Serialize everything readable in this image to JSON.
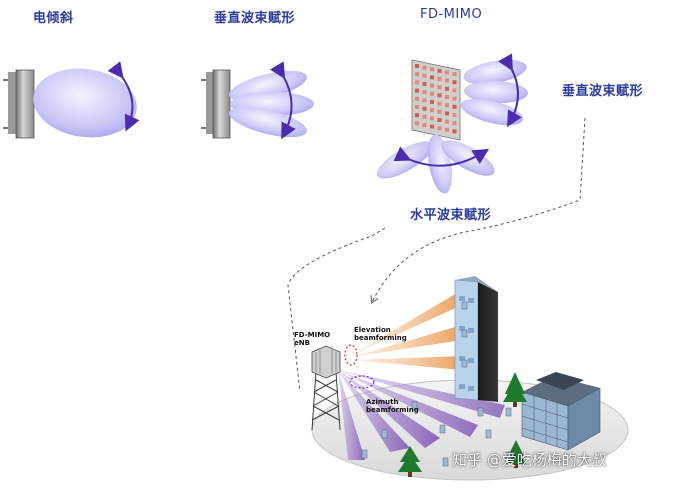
{
  "labels": {
    "electrical_tilt": "电倾斜",
    "vertical_beamforming_top": "垂直波束赋形",
    "fd_mimo": "FD-MIMO",
    "vertical_beamforming_right": "垂直波束赋形",
    "horizontal_beamforming": "水平波束赋形",
    "fd_mimo_enb_line1": "FD-MIMO",
    "fd_mimo_enb_line2": "eNB",
    "elevation_line1": "Elevation",
    "elevation_line2": "beamforming",
    "azimuth_line1": "Azimuth",
    "azimuth_line2": "beamforming",
    "watermark": "知乎 @爱吃杨梅的大叔"
  },
  "colors": {
    "label_blue": "#2b3a9e",
    "lobe_lavender": "#c9c6f5",
    "arrow_purple": "#4b2bb0",
    "elevation_beam": "#f0b27a",
    "azimuth_beam": "#8a5fb8",
    "ground": "#e6e6e6",
    "tree_green": "#1f7a2e"
  },
  "icons": {
    "antenna_panel": "sector-antenna-icon",
    "array_antenna": "fd-mimo-array-icon",
    "tower": "cell-tower-icon",
    "building": "building-icon",
    "tree": "tree-icon",
    "user_device": "phone-icon"
  }
}
